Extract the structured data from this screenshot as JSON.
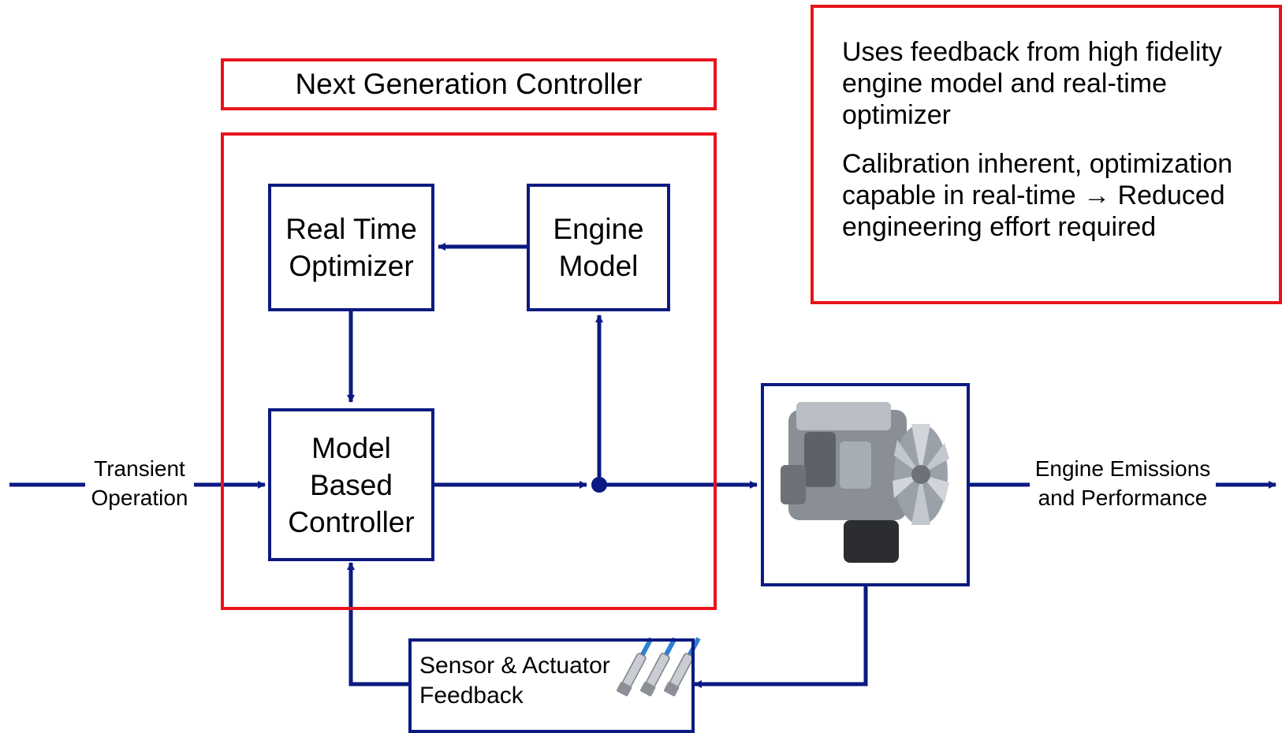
{
  "controller": {
    "title": "Next Generation Controller"
  },
  "blocks": {
    "real_time_optimizer": "Real Time\nOptimizer",
    "engine_model": "Engine\nModel",
    "model_based_controller": "Model\nBased\nController",
    "sensor_feedback": "Sensor & Actuator\nFeedback"
  },
  "signals": {
    "input": "Transient\nOperation",
    "output": "Engine Emissions\nand Performance"
  },
  "notes": [
    "Uses feedback from high fidelity engine model and real-time optimizer",
    "Calibration inherent, optimization capable in real-time → Reduced engineering effort required"
  ],
  "icons": {
    "engine": "engine-image-icon",
    "sensors": "spark-sensor-icon"
  },
  "colors": {
    "frame_red": "#e8141c",
    "line_blue": "#0b1a82"
  }
}
